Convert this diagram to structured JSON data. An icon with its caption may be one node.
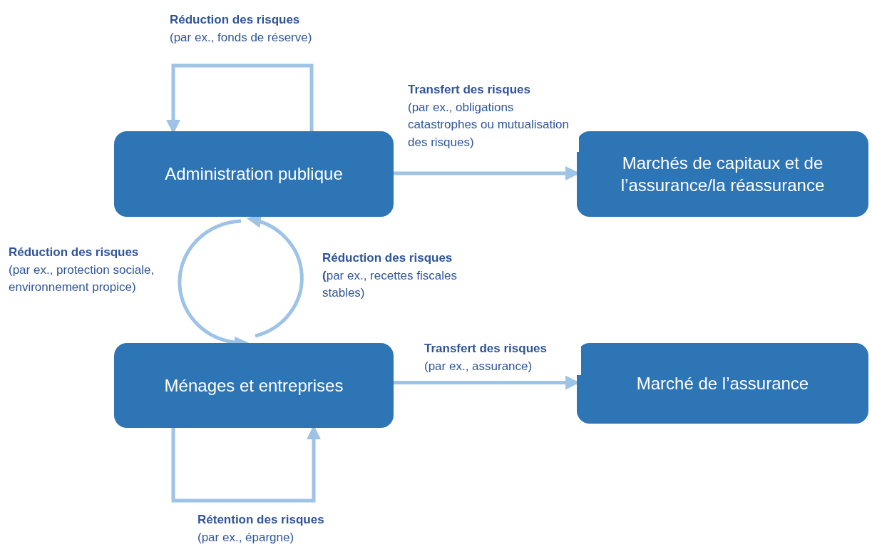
{
  "diagram": {
    "nodes": [
      {
        "text": [
          "Administration publique"
        ]
      },
      {
        "text": [
          "Marchés de capitaux et de l’assurance/la réassurance"
        ]
      },
      {
        "text": [
          "Ménages et entreprises"
        ]
      },
      {
        "text": [
          "Marché de l’assurance"
        ]
      }
    ],
    "edges": [
      {
        "from": 0,
        "to": 0,
        "arrow": "to",
        "label": "**Réduction des risques** (par ex., fonds de réserve)"
      },
      {
        "from": 0,
        "to": 1,
        "arrow": "to",
        "label": "**Transfert des risques** (par ex., obligations catastrophes ou mutualisation des risques)"
      },
      {
        "from": 0,
        "to": 2,
        "arrow": "to",
        "label": "**Réduction des risques** (par ex., protection sociale, environnement propice)"
      },
      {
        "from": 2,
        "to": 0,
        "arrow": "to",
        "label": "**Réduction des risques** **(**par ex., recettes fiscales stables)"
      },
      {
        "from": 2,
        "to": 3,
        "arrow": "to",
        "label": "**Transfert des risques** (par ex., assurance)"
      },
      {
        "from": 2,
        "to": 2,
        "arrow": "to",
        "label": "**Rétention des risques** (par ex., épargne)"
      }
    ]
  }
}
